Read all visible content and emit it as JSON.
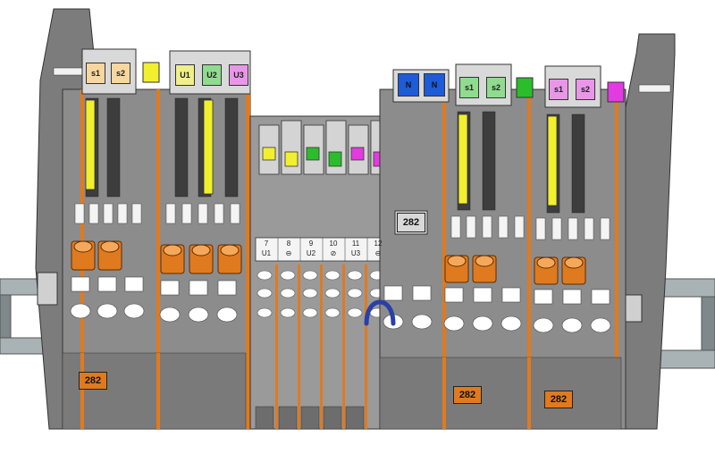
{
  "colors": {
    "housing": "#8a8a8a",
    "housing_dark": "#5d5d5d",
    "housing_light": "#b5b5b5",
    "accent_orange": "#e07a1f",
    "rail": "#9aa3a6",
    "yellow": "#f2ef2e",
    "green": "#2bbd2b",
    "magenta": "#e23be2",
    "blue": "#1e5bd6",
    "bridge": "#2b3fa8"
  },
  "marker_tags": {
    "s1_left": "s1",
    "s2_left": "s2",
    "u1": "U1",
    "u2": "U2",
    "u3": "U3",
    "n1": "N",
    "n2": "N",
    "s1_mid": "s1",
    "s2_mid": "s2",
    "s1_right": "s1",
    "s2_right": "s2"
  },
  "terminal_numbers": [
    "7",
    "8",
    "9",
    "10",
    "11",
    "12"
  ],
  "terminal_sublabels": [
    "U1",
    "⊖",
    "U2",
    "⊘",
    "U3",
    "⊖"
  ],
  "plates": {
    "center_top": "282",
    "left_bottom": "282",
    "mid_bottom": "282",
    "right_bottom": "282"
  },
  "icons": [
    "ground-symbol-icon",
    "shield-symbol-icon",
    "bridge-jumper-icon"
  ]
}
